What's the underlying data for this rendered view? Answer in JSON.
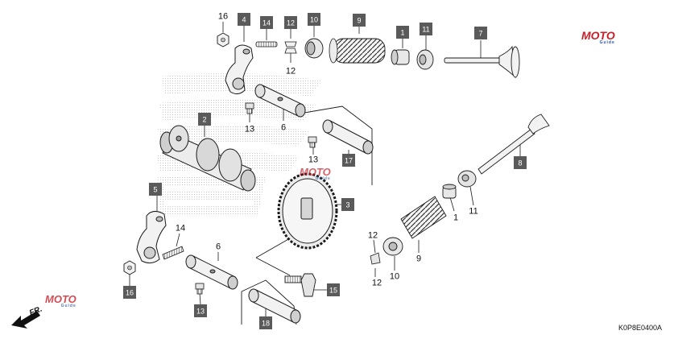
{
  "diagram_code": "K0P8E0400A",
  "watermark": {
    "text": "MOTO",
    "subtext": "Guide"
  },
  "direction_label": "FR.",
  "callouts": [
    {
      "id": "c16a",
      "num": "16",
      "boxed": false
    },
    {
      "id": "c4",
      "num": "4",
      "boxed": true
    },
    {
      "id": "c14a",
      "num": "14",
      "boxed": true
    },
    {
      "id": "c12a",
      "num": "12",
      "boxed": true
    },
    {
      "id": "c12b",
      "num": "12",
      "boxed": false
    },
    {
      "id": "c10a",
      "num": "10",
      "boxed": true
    },
    {
      "id": "c9a",
      "num": "9",
      "boxed": true
    },
    {
      "id": "c1a",
      "num": "1",
      "boxed": true
    },
    {
      "id": "c11a",
      "num": "11",
      "boxed": true
    },
    {
      "id": "c7",
      "num": "7",
      "boxed": true
    },
    {
      "id": "c13a",
      "num": "13",
      "boxed": false
    },
    {
      "id": "c6a",
      "num": "6",
      "boxed": false
    },
    {
      "id": "c2",
      "num": "2",
      "boxed": true
    },
    {
      "id": "c13b",
      "num": "13",
      "boxed": false
    },
    {
      "id": "c17",
      "num": "17",
      "boxed": true
    },
    {
      "id": "c8",
      "num": "8",
      "boxed": true
    },
    {
      "id": "c5",
      "num": "5",
      "boxed": true
    },
    {
      "id": "c3",
      "num": "3",
      "boxed": true
    },
    {
      "id": "c1b",
      "num": "1",
      "boxed": false
    },
    {
      "id": "c11b",
      "num": "11",
      "boxed": false
    },
    {
      "id": "c14b",
      "num": "14",
      "boxed": false
    },
    {
      "id": "c6b",
      "num": "6",
      "boxed": false
    },
    {
      "id": "c12c",
      "num": "12",
      "boxed": false
    },
    {
      "id": "c9b",
      "num": "9",
      "boxed": false
    },
    {
      "id": "c12d",
      "num": "12",
      "boxed": false
    },
    {
      "id": "c10b",
      "num": "10",
      "boxed": false
    },
    {
      "id": "c16b",
      "num": "16",
      "boxed": true
    },
    {
      "id": "c15",
      "num": "15",
      "boxed": true
    },
    {
      "id": "c13c",
      "num": "13",
      "boxed": true
    },
    {
      "id": "c18",
      "num": "18",
      "boxed": true
    }
  ],
  "colors": {
    "box_fill": "#5a5a5a",
    "box_text": "#ffffff",
    "line": "#1a1a1a",
    "stipple": "#9a9a9a",
    "part_fill": "#f2f2f2",
    "part_shade": "#bfbfbf",
    "wm_red": "#c8202a",
    "wm_blue": "#2a4fa5"
  }
}
